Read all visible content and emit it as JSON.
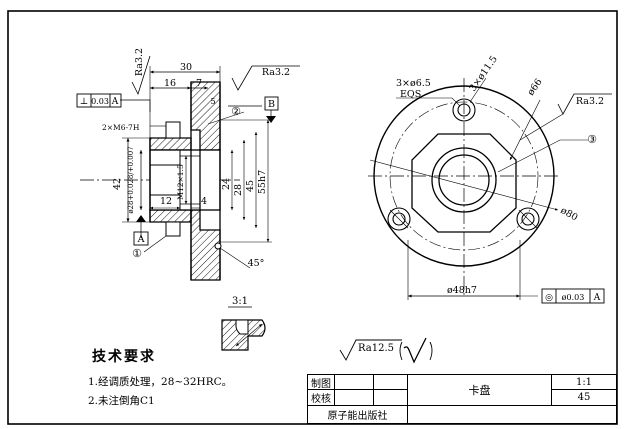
{
  "drawing": {
    "part_name": "卡盘",
    "scale": "1:1",
    "number": "45",
    "publisher": "原子能出版社",
    "title_block": {
      "draw_label": "制图",
      "check_label": "校核"
    },
    "notes": {
      "title": "技术要求",
      "items": [
        "1.经调质处理，28~32HRC。",
        "2.未注倒角C1"
      ]
    },
    "general_roughness": "Ra12.5",
    "detail_scale": "3:1",
    "section_view": {
      "dims": [
        "30",
        "16",
        "7",
        "5",
        "42",
        "12",
        "4",
        "45°",
        "45",
        "28",
        "24",
        "55h7"
      ],
      "dia_labels": [
        "ø28+0.028/+0.007",
        "M12×1.5",
        "2×M6-7H"
      ],
      "roughness": [
        "Ra3.2",
        "Ra3.2"
      ],
      "tolerance_frame": [
        "⊥",
        "0.03",
        "A"
      ],
      "datum_labels": [
        "A",
        "B"
      ],
      "balloons": [
        "①",
        "②"
      ]
    },
    "end_view": {
      "dims": [
        "3×ø6.5",
        "EQS",
        "3×ø11.5",
        "ø66",
        "ø80",
        "ø48h7"
      ],
      "roughness": "Ra3.2",
      "tolerance_frame": [
        "◎",
        "ø0.03",
        "A"
      ],
      "balloons": [
        "③"
      ]
    }
  }
}
